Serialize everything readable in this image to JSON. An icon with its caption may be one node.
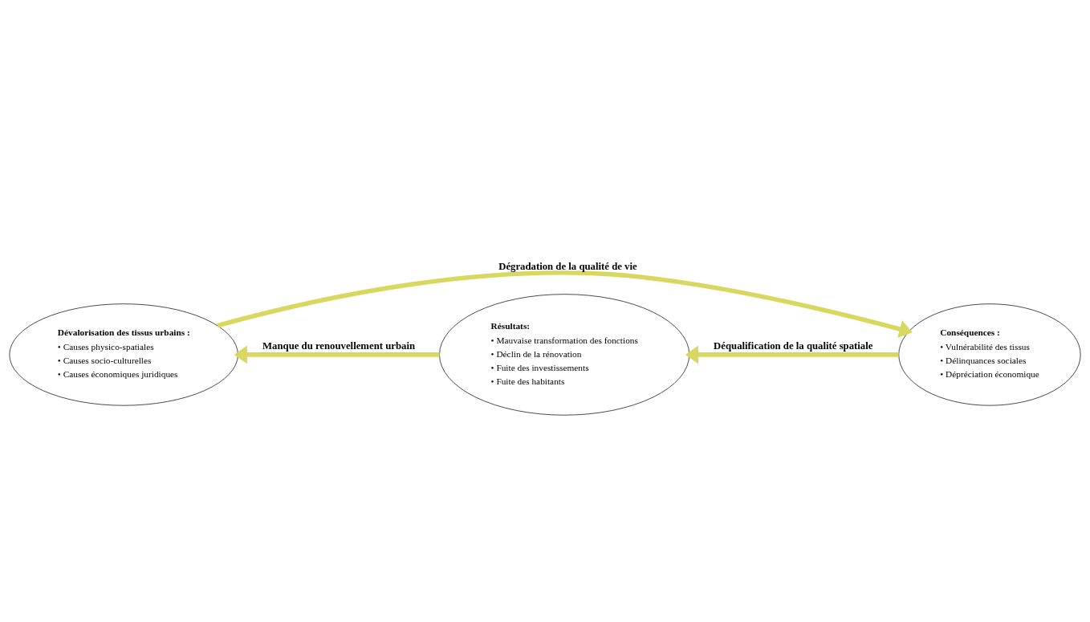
{
  "diagram": {
    "nodes": [
      {
        "text": [
          "Dévalorisation des tissus urbains :",
          "• Causes physico-spatiales",
          "• Causes socio-culturelles",
          "• Causes économiques juridiques"
        ]
      },
      {
        "text": [
          "Conséquences :",
          "• Vulnérabilité des tissus",
          "• Délinquances sociales",
          "• Dépréciation économique"
        ]
      },
      {
        "text": [
          "Résultats:",
          "• Mauvaise transformation des fonctions",
          "• Déclin de la rénovation",
          "• Fuite des investissements",
          "• Fuite des habitants"
        ]
      }
    ],
    "edges": [
      {
        "from": 0,
        "to": 1,
        "arrow": "to",
        "label": "Dégradation de la qualité de vie"
      },
      {
        "from": 1,
        "to": 2,
        "arrow": "to",
        "label": "Déqualification de la qualité spatiale"
      },
      {
        "from": 2,
        "to": 0,
        "arrow": "to",
        "label": "Manque du renouvellement urbain"
      }
    ]
  }
}
